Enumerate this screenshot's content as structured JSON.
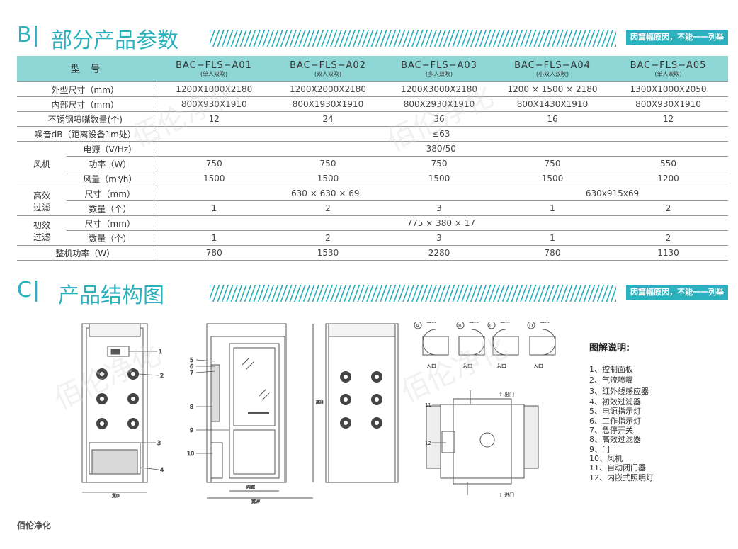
{
  "section_b": {
    "letter": "B|",
    "title": "部分产品参数",
    "note": "因篇幅原因，不能一一列举"
  },
  "section_c": {
    "letter": "C|",
    "title": "产品结构图",
    "note": "因篇幅原因，不能一一列举"
  },
  "table": {
    "model_label": "型　号",
    "models": [
      {
        "name": "BAC−FLS−A01",
        "sub": "(单人双吹)"
      },
      {
        "name": "BAC−FLS−A02",
        "sub": "(双人双吹)"
      },
      {
        "name": "BAC−FLS−A03",
        "sub": "(多人双吹)"
      },
      {
        "name": "BAC−FLS−A04",
        "sub": "(小双人双吹)"
      },
      {
        "name": "BAC−FLS−A05",
        "sub": "(单人双吹)"
      }
    ],
    "outer_size": {
      "label": "外型尺寸（mm）",
      "values": [
        "1200X1000X2180",
        "1200X2000X2180",
        "1200X3000X2180",
        "1200 × 1500 × 2180",
        "1300X1000X2050"
      ]
    },
    "inner_size": {
      "label": "内部尺寸（mm）",
      "values": [
        "800X930X1910",
        "800X1930X1910",
        "800X2930X1910",
        "800X1430X1910",
        "800X930X1910"
      ]
    },
    "nozzles": {
      "label": "不锈钢喷嘴数量(个)",
      "values": [
        "12",
        "24",
        "36",
        "16",
        "12"
      ]
    },
    "noise": {
      "label": "噪音dB（距离设备1m处）",
      "value": "≤63"
    },
    "fan": {
      "label": "风机",
      "power_source": {
        "label": "电源（V/Hz）",
        "value": "380/50"
      },
      "power": {
        "label": "功率（W）",
        "values": [
          "750",
          "750",
          "750",
          "750",
          "550"
        ]
      },
      "airflow": {
        "label": "风量（m³/h）",
        "values": [
          "1500",
          "1500",
          "1500",
          "1500",
          "1200"
        ]
      }
    },
    "hepa": {
      "label_1": "高效",
      "label_2": "过滤",
      "size": {
        "label": "尺寸（mm）",
        "value_a": "630 × 630 × 69",
        "value_b": "630x915x69"
      },
      "qty": {
        "label": "数量（个）",
        "values": [
          "1",
          "2",
          "3",
          "1",
          "2"
        ]
      }
    },
    "primary": {
      "label_1": "初效",
      "label_2": "过滤",
      "size": {
        "label": "尺寸（mm）",
        "value": "775 × 380 × 17"
      },
      "qty": {
        "label": "数量（个）",
        "values": [
          "1",
          "2",
          "3",
          "1",
          "2"
        ]
      }
    },
    "total_power": {
      "label": "整机功率（W）",
      "values": [
        "780",
        "1530",
        "2280",
        "780",
        "1130"
      ]
    }
  },
  "diagram": {
    "door_labels": [
      "A",
      "B",
      "C",
      "D"
    ],
    "exit": "出口",
    "entry": "入口",
    "exit_door": "出门",
    "entry_door": "进门",
    "callouts": [
      "1",
      "2",
      "3",
      "4",
      "5",
      "6",
      "7",
      "8",
      "9",
      "10",
      "11",
      "12"
    ],
    "dim_labels": {
      "width": "宽D",
      "depth": "宽W",
      "height": "高H",
      "inner": "内宽"
    }
  },
  "legend": {
    "title": "图解说明:",
    "items": [
      "1、控制面板",
      "2、气流喷嘴",
      "3、红外线感应器",
      "4、初效过滤器",
      "5、电源指示灯",
      "6、工作指示灯",
      "7、急停开关",
      "8、高效过滤器",
      "9、门",
      "10、风机",
      "11、自动闭门器",
      "12、内嵌式照明灯"
    ]
  },
  "footer": "佰伦净化",
  "watermark": "佰伦净化",
  "colors": {
    "accent": "#2bb1be",
    "header_bg": "#8fd6d6"
  }
}
